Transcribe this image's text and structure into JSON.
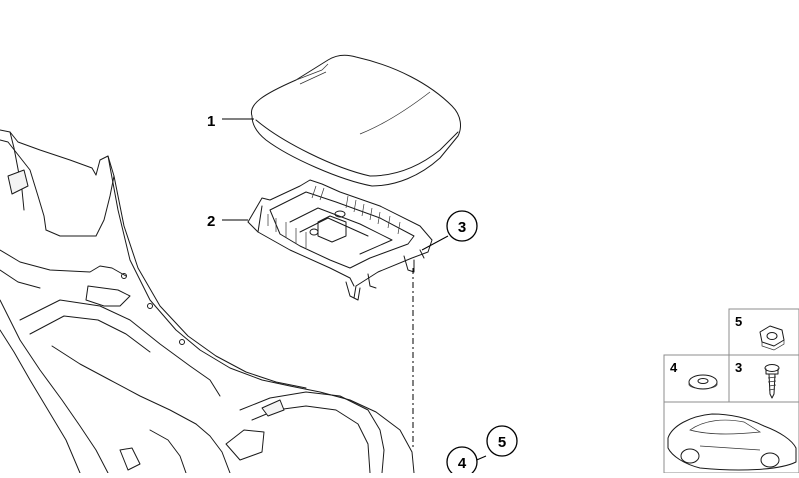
{
  "labels": {
    "part_1": "1",
    "part_2": "2",
    "callout_3": "3",
    "callout_4": "4",
    "callout_5": "5"
  },
  "legend": {
    "nut": "5",
    "washer": "4",
    "screw": "3"
  },
  "colors": {
    "line": "#1a1a1a",
    "panel_border": "#8c8c8c",
    "background": "#ffffff"
  }
}
